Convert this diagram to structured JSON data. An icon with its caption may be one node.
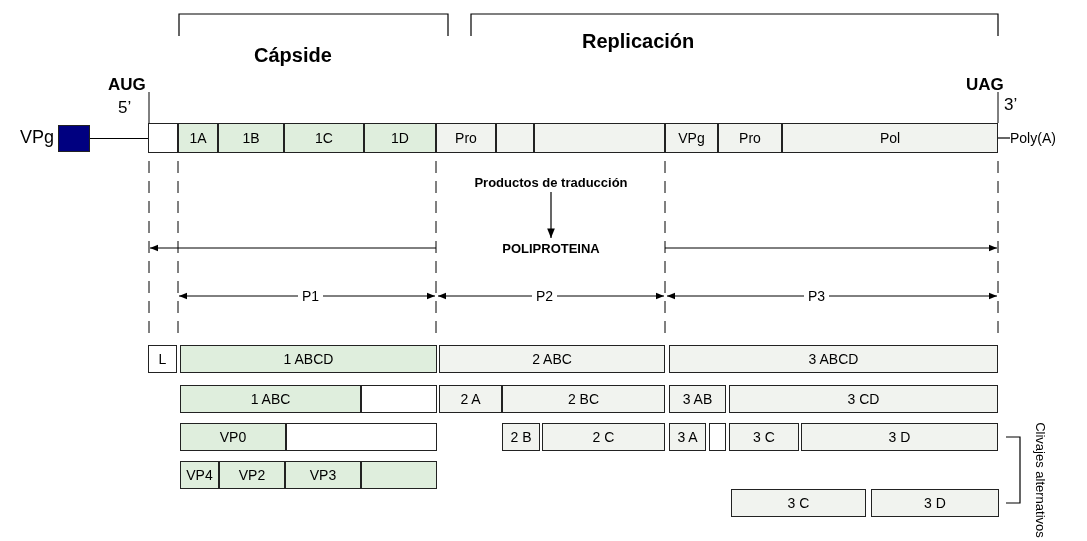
{
  "diagram": {
    "nodes": [
      {
        "text": [],
        "shape": "box",
        "beside": [
          "VPg"
        ]
      },
      {
        "text": [],
        "shape": "box"
      },
      {
        "text": [
          "1A"
        ]
      },
      {
        "text": [
          "1B"
        ]
      },
      {
        "text": [
          "1C"
        ]
      },
      {
        "text": [
          "1D"
        ]
      },
      {
        "text": [
          "Pro"
        ]
      },
      {
        "text": [],
        "shape": "box"
      },
      {
        "text": [],
        "shape": "box"
      },
      {
        "text": [
          "VPg"
        ]
      },
      {
        "text": [
          "Pro"
        ]
      },
      {
        "text": [
          "Pol"
        ]
      },
      {
        "text": [
          "Poly(A)"
        ]
      },
      {
        "text": [
          "Productos de traducción"
        ]
      },
      {
        "text": [
          "POLIPROTEINA"
        ]
      },
      {
        "text": [
          "L"
        ]
      },
      {
        "text": [
          "1 ABCD"
        ]
      },
      {
        "text": [
          "2 ABC"
        ]
      },
      {
        "text": [
          "3 ABCD"
        ]
      },
      {
        "text": [
          "1 ABC"
        ]
      },
      {
        "text": [],
        "shape": "box"
      },
      {
        "text": [
          "2 A"
        ]
      },
      {
        "text": [
          "2 BC"
        ]
      },
      {
        "text": [
          "3 AB"
        ]
      },
      {
        "text": [
          "3 CD"
        ]
      },
      {
        "text": [
          "VP0"
        ]
      },
      {
        "text": [],
        "shape": "box"
      },
      {
        "text": [
          "2 B"
        ]
      },
      {
        "text": [
          "2 C"
        ]
      },
      {
        "text": [
          "3 A"
        ]
      },
      {
        "text": [],
        "shape": "box"
      },
      {
        "text": [
          "3 C"
        ]
      },
      {
        "text": [
          "3 D"
        ]
      },
      {
        "text": [
          "VP4"
        ]
      },
      {
        "text": [
          "VP2"
        ]
      },
      {
        "text": [
          "VP3"
        ]
      },
      {
        "text": [],
        "shape": "box"
      },
      {
        "text": [
          "3 C"
        ]
      },
      {
        "text": [
          "3 D"
        ]
      }
    ],
    "edges": [
      {
        "from": 0,
        "to": 1,
        "arrow": "none"
      },
      {
        "from": 11,
        "to": 12,
        "arrow": "none"
      },
      {
        "from": 13,
        "to": 14,
        "arrow": "to"
      }
    ],
    "labels": [
      "Cápside",
      "Replicación",
      "AUG",
      "UAG",
      "5’",
      "3’",
      "P1",
      "P2",
      "P3",
      "Clivajes alternativos"
    ]
  }
}
